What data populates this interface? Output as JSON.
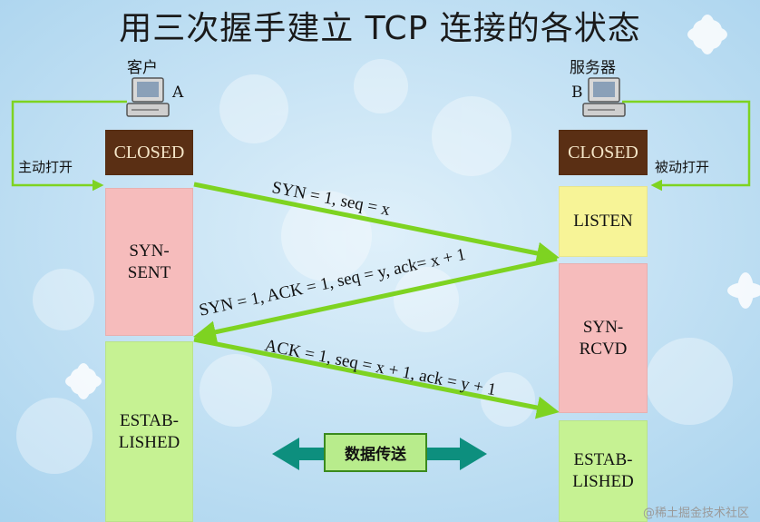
{
  "title": "用三次握手建立 TCP 连接的各状态",
  "client": {
    "name": "客户",
    "letter": "A"
  },
  "server": {
    "name": "服务器",
    "letter": "B"
  },
  "client_states": {
    "closed": "CLOSED",
    "syn_sent": "SYN-\nSENT",
    "established": "ESTAB-\nLISHED"
  },
  "server_states": {
    "closed": "CLOSED",
    "listen": "LISTEN",
    "syn_rcvd": "SYN-\nRCVD",
    "established": "ESTAB-\nLISHED"
  },
  "labels": {
    "active_open": "主动打开",
    "passive_open": "被动打开"
  },
  "messages": {
    "m1": "SYN = 1, seq = x",
    "m2": "SYN = 1, ACK = 1, seq = y, ack= x + 1",
    "m3": "ACK = 1, seq = x + 1, ack = y + 1"
  },
  "data_transfer": "数据传送",
  "watermark": "@稀土掘金技术社区",
  "colors": {
    "arrow": "#7ed321",
    "data_arrow": "#0d8f7e",
    "closed": "#5a2f14"
  }
}
